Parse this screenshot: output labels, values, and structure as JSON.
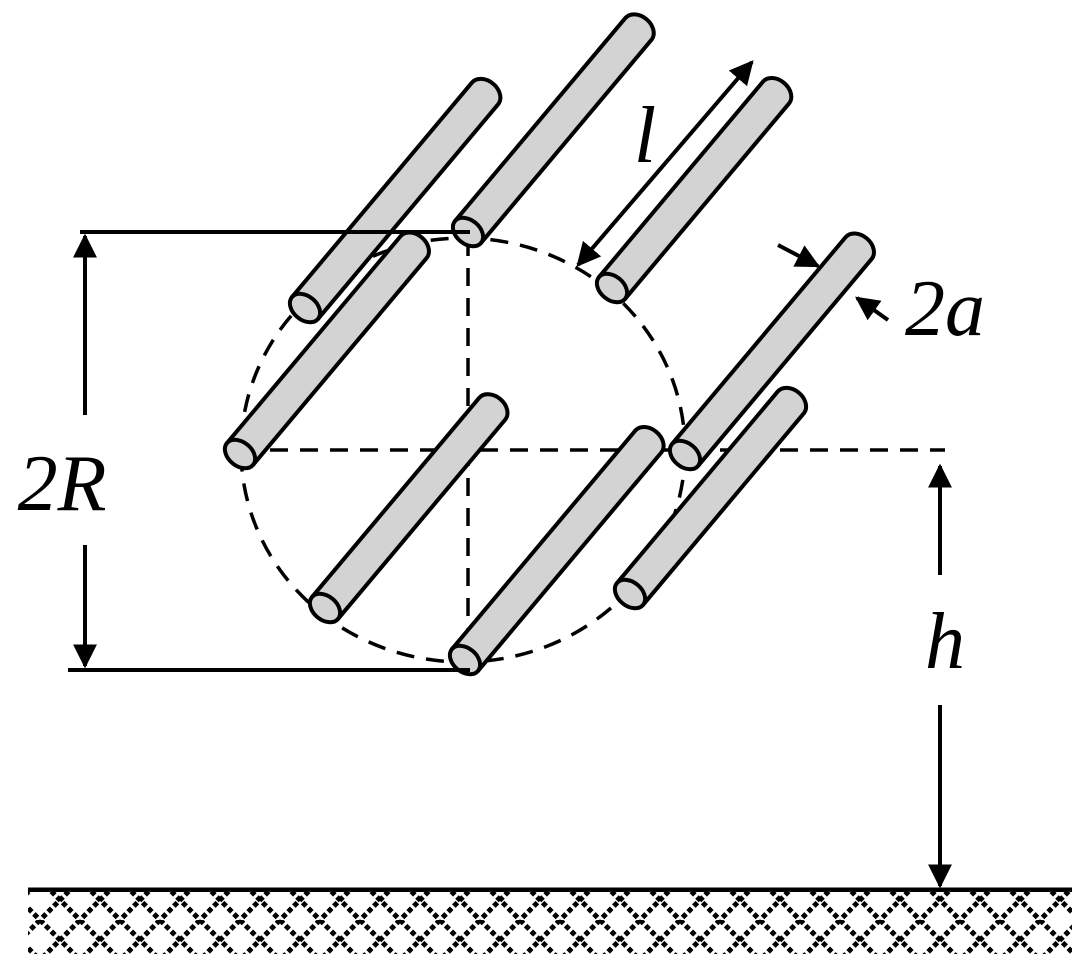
{
  "labels": {
    "length": "l",
    "diameter": "2a",
    "bundle_diameter": "2R",
    "height": "h"
  },
  "colors": {
    "rod_fill": "#d3d3d3",
    "stroke": "#000000",
    "background": "#ffffff"
  },
  "rod_count": 8
}
